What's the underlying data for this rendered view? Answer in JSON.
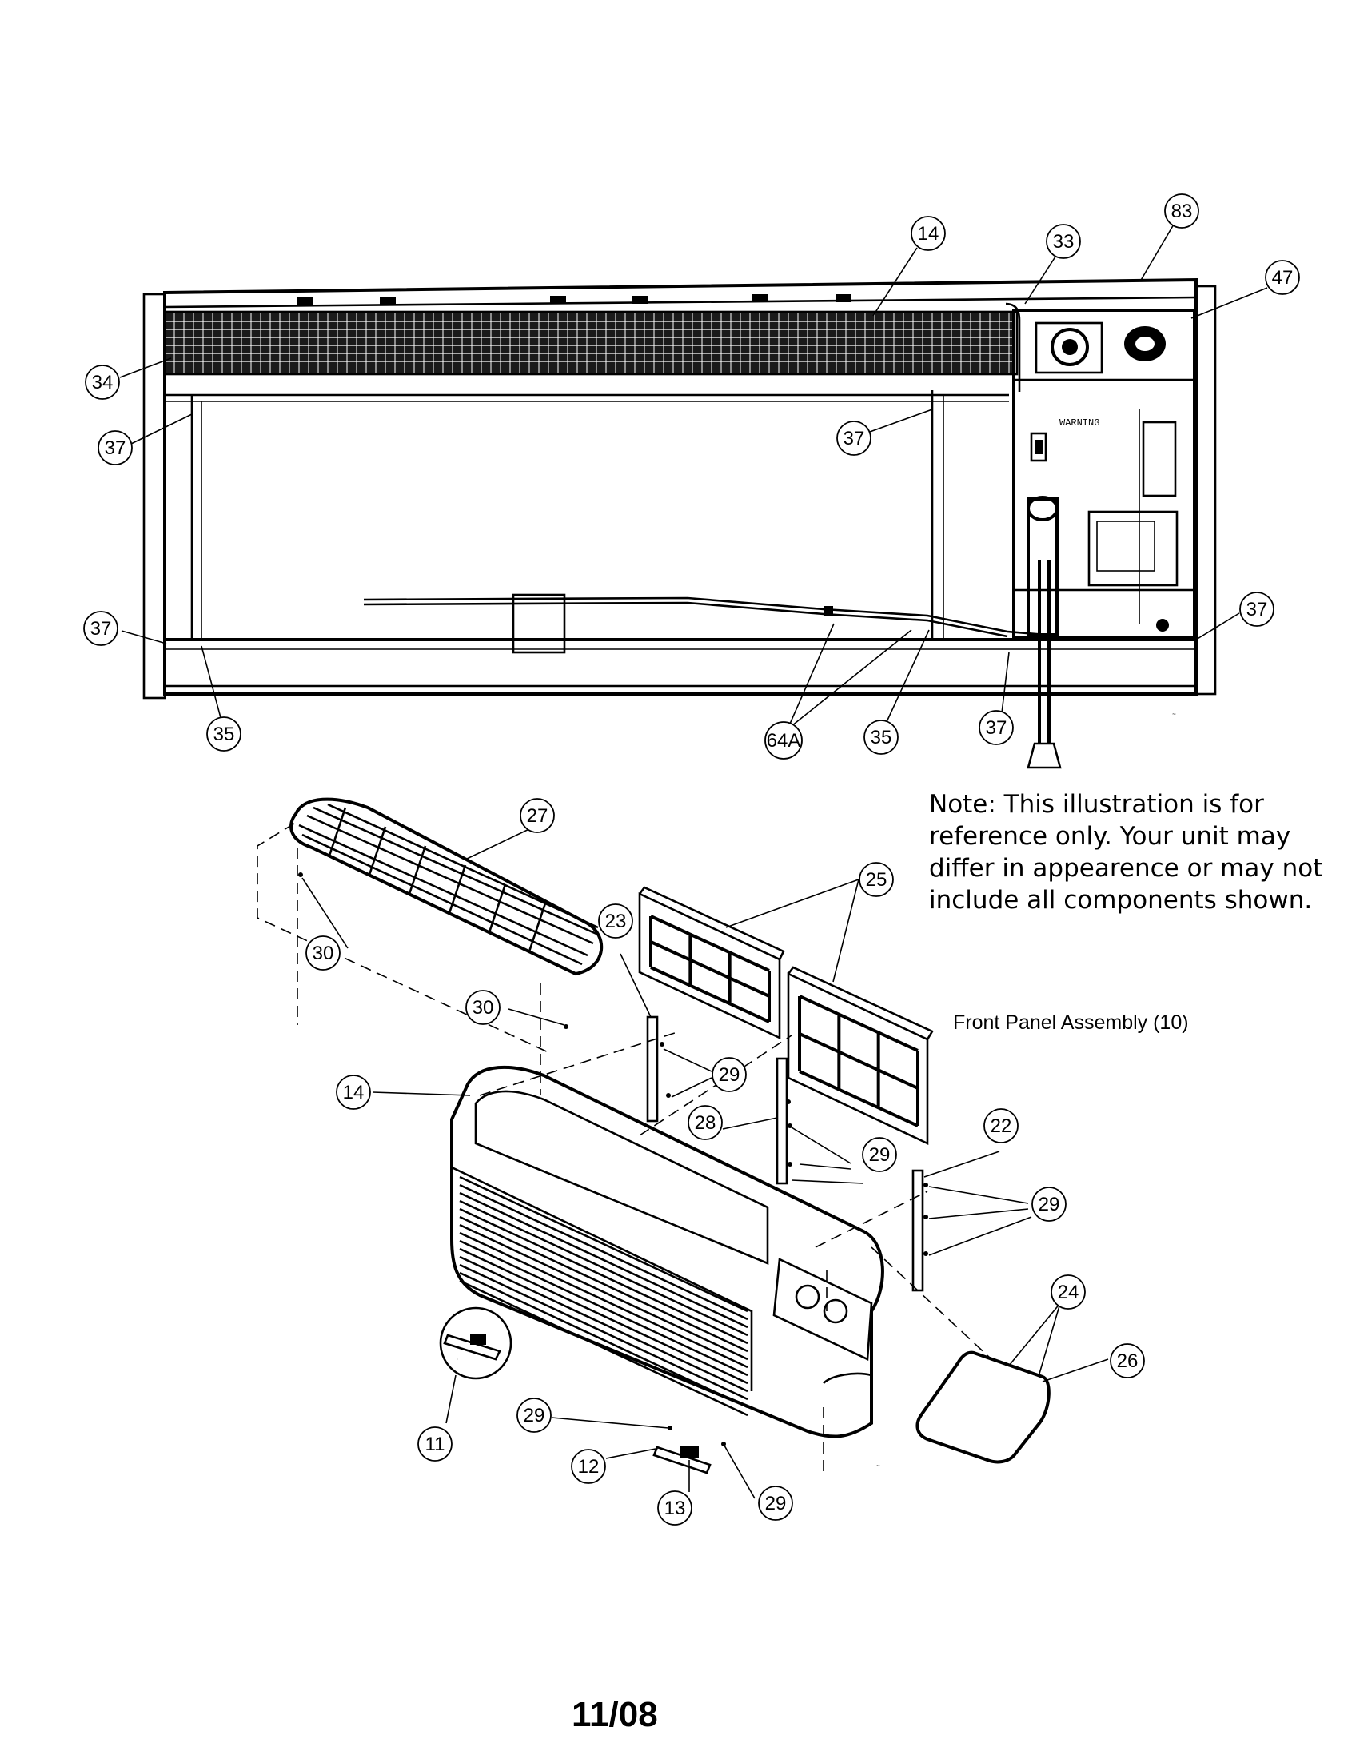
{
  "note": "Note: This illustration is for reference only. Your unit may differ in appearence or may not include all components shown.",
  "assembly_label": "Front Panel Assembly (10)",
  "date_code": "11/08",
  "warning_label": "WARNING",
  "callouts": [
    "14",
    "33",
    "83",
    "47",
    "34",
    "37",
    "37",
    "37",
    "37",
    "35",
    "64A",
    "35",
    "37",
    "27",
    "25",
    "23",
    "30",
    "30",
    "29",
    "14",
    "28",
    "29",
    "22",
    "29",
    "24",
    "26",
    "11",
    "29",
    "12",
    "13",
    "29"
  ]
}
